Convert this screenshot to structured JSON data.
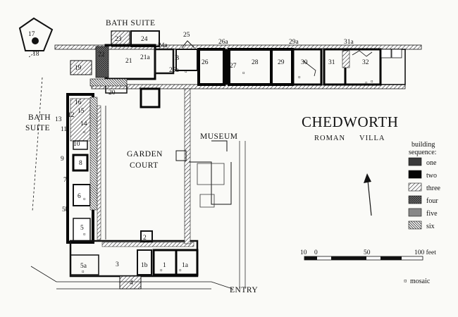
{
  "title": "CHEDWORTH",
  "subtitle_left": "ROMAN",
  "subtitle_right": "VILLA",
  "areas": {
    "bath_suite_top": "BATH SUITE",
    "bath_suite_left_1": "BATH",
    "bath_suite_left_2": "SUITE",
    "garden_court_1": "GARDEN",
    "garden_court_2": "COURT",
    "museum": "MUSEUM",
    "entry": "ENTRY"
  },
  "legend": {
    "heading_1": "building",
    "heading_2": "sequence:",
    "items": [
      {
        "label": "one",
        "color": "#3a3a3a"
      },
      {
        "label": "two",
        "color": "#050505"
      },
      {
        "label": "three",
        "pattern": "diagonal-light"
      },
      {
        "label": "four",
        "pattern": "crosshatch"
      },
      {
        "label": "five",
        "color": "#888888"
      },
      {
        "label": "six",
        "pattern": "diagonal-dense"
      }
    ],
    "mosaic_label": "mosaic"
  },
  "scale_bar": {
    "ticks": [
      "10",
      "0",
      "50",
      "100 feet"
    ]
  },
  "north_arrow": "up-arrow-icon",
  "rooms": {
    "r1": "1",
    "r1a": "1a",
    "r1b": "1b",
    "r2": "2",
    "r3": "3",
    "r4": "4",
    "r5": "5",
    "r5a": "5a",
    "r5b": "5b",
    "r6": "6",
    "r7": "7",
    "r8": "8",
    "r9": "9",
    "r10": "10",
    "r11": "11",
    "r12": "12",
    "r13": "13",
    "r14": "14",
    "r15": "15",
    "r16": "16",
    "r17": "17",
    "r18": "18",
    "r19": "19",
    "r20": "20",
    "r21": "21",
    "r21a": "21a",
    "r22": "22",
    "r23": "23",
    "r24": "24",
    "r24a": "24a",
    "r25": "25",
    "r25a": "25a",
    "r26": "26",
    "r26a": "26a",
    "r27": "27",
    "r28": "28",
    "r29": "29",
    "r29a": "29a",
    "r30": "30",
    "r31": "31",
    "r31a": "31a",
    "r32": "32",
    "rB": "B"
  }
}
